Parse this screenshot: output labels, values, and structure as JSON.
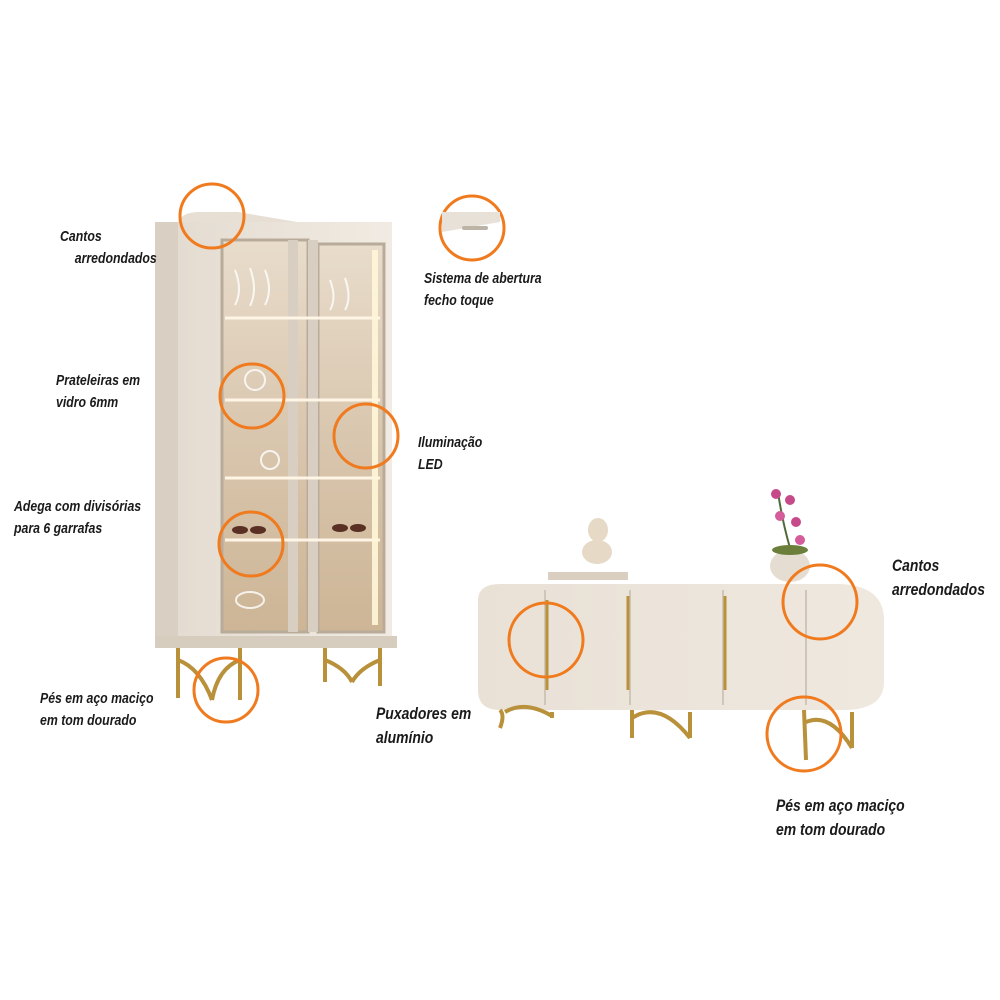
{
  "callouts": {
    "cabinet_corners": [
      "Cantos",
      "arredondados"
    ],
    "touch_opening": [
      "Sistema de abertura",
      "fecho toque"
    ],
    "glass_shelves": [
      "Prateleiras em",
      "vidro 6mm"
    ],
    "led_lighting": [
      "Iluminação",
      "LED"
    ],
    "wine_rack": [
      "Adega com divisórias",
      "para 6 garrafas"
    ],
    "cabinet_feet": [
      "Pés em aço maciço",
      "em tom dourado"
    ],
    "sideboard_corners": [
      "Cantos",
      "arredondados"
    ],
    "sideboard_handles": [
      "Puxadores em",
      "alumínio"
    ],
    "sideboard_feet": [
      "Pés em aço maciço",
      "em tom dourado"
    ]
  },
  "colors": {
    "highlight_ring": "#f07a1e",
    "furniture_body": "#ece5dc",
    "gold_metal": "#b8913a",
    "text": "#1a1a1a"
  }
}
